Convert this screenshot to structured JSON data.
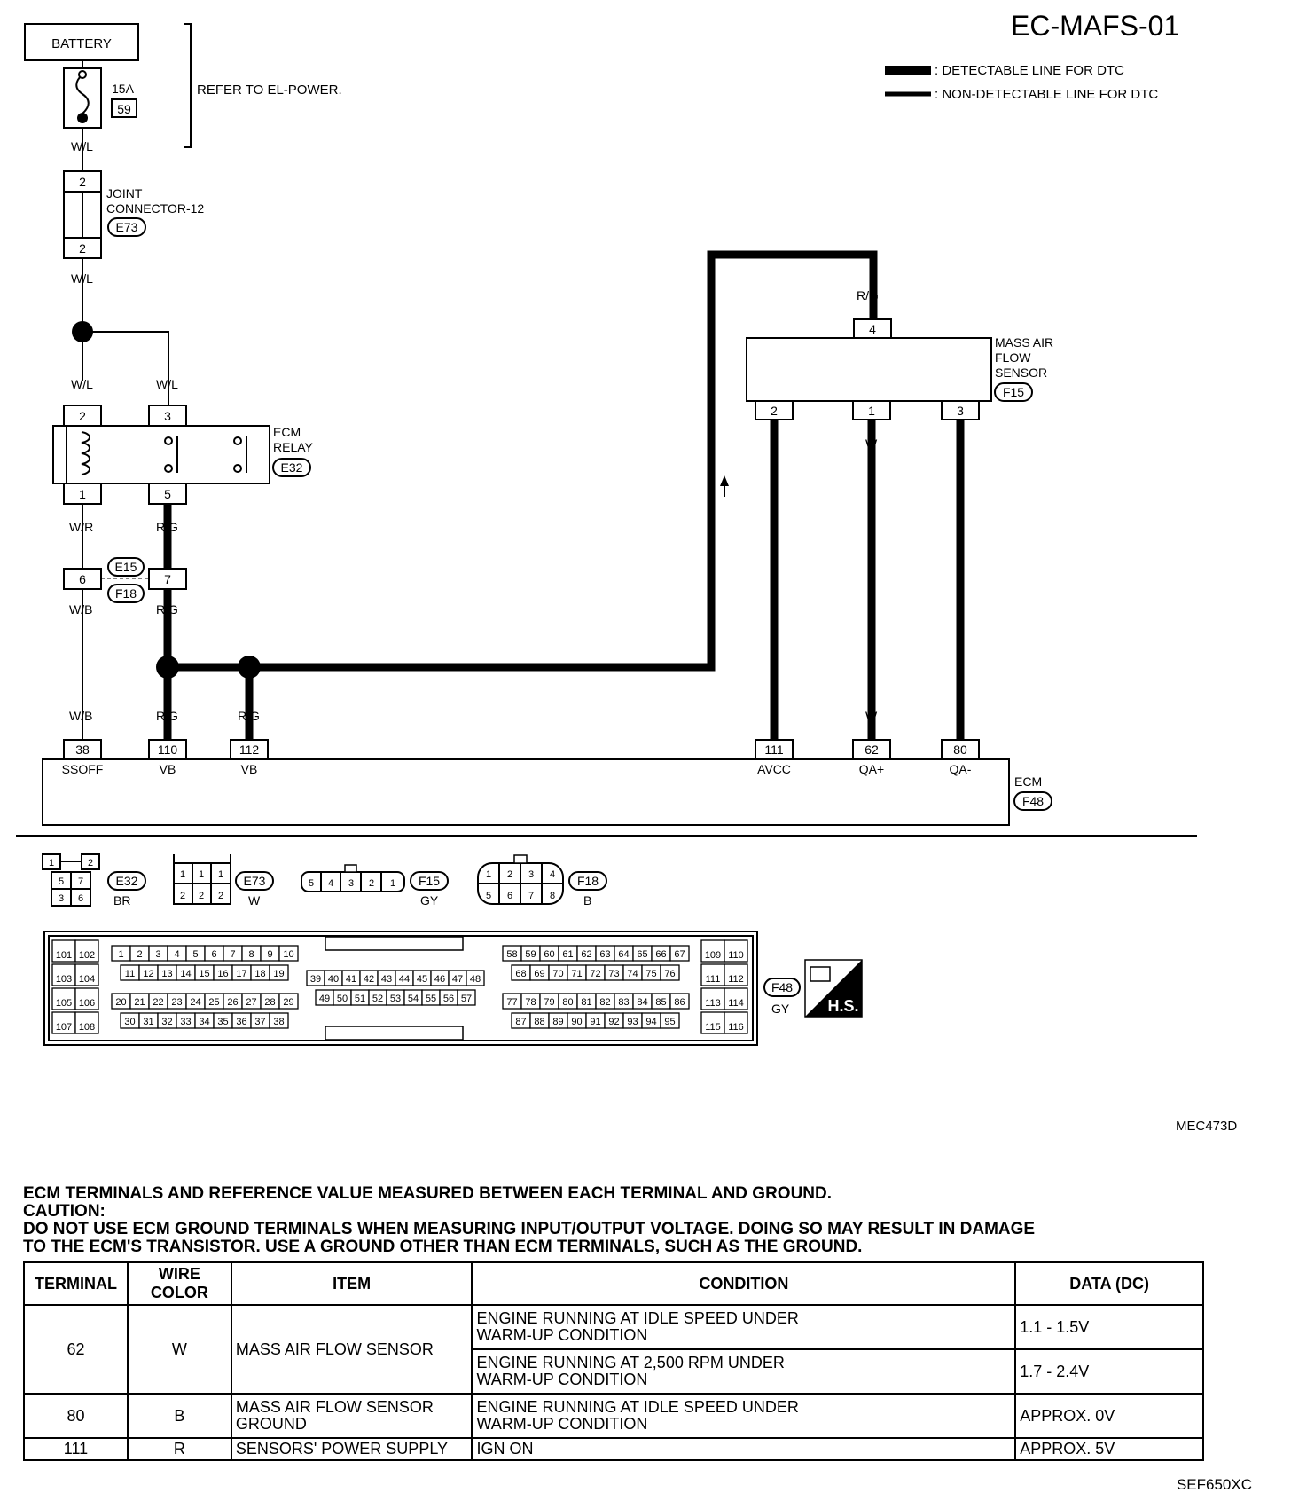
{
  "title": "EC-MAFS-01",
  "legend": {
    "detectable": ": DETECTABLE LINE FOR DTC",
    "non_detectable": ": NON-DETECTABLE LINE FOR DTC"
  },
  "battery": "BATTERY",
  "fuse": {
    "rating": "15A",
    "number": "59"
  },
  "refer": "REFER TO EL-POWER.",
  "joint": {
    "line1": "JOINT",
    "line2": "CONNECTOR-12",
    "code": "E73",
    "pin": "2"
  },
  "relay": {
    "line1": "ECM",
    "line2": "RELAY",
    "code": "E32",
    "pins": [
      "2",
      "3",
      "1",
      "5"
    ]
  },
  "inline": {
    "pins": [
      "6",
      "7"
    ],
    "codes": [
      "E15",
      "F18"
    ]
  },
  "maf": {
    "line1": "MASS AIR",
    "line2": "FLOW",
    "line3": "SENSOR",
    "code": "F15",
    "pins": [
      "4",
      "2",
      "1",
      "3"
    ]
  },
  "ecm": {
    "label": "ECM",
    "code": "F48"
  },
  "wires": {
    "wl": "W/L",
    "wr": "W/R",
    "wb": "W/B",
    "rg": "R/G",
    "r": "R",
    "w": "W",
    "b": "B"
  },
  "ecm_terms": [
    {
      "pin": "38",
      "name": "SSOFF"
    },
    {
      "pin": "110",
      "name": "VB"
    },
    {
      "pin": "112",
      "name": "VB"
    },
    {
      "pin": "111",
      "name": "AVCC"
    },
    {
      "pin": "62",
      "name": "QA+"
    },
    {
      "pin": "80",
      "name": "QA-"
    }
  ],
  "connectors": {
    "e32": {
      "code": "E32",
      "color": "BR",
      "pins": [
        "1",
        "2",
        "5",
        "7",
        "3",
        "6"
      ]
    },
    "e73": {
      "code": "E73",
      "color": "W",
      "pins": [
        "1",
        "1",
        "1",
        "2",
        "2",
        "2"
      ]
    },
    "f15": {
      "code": "F15",
      "color": "GY",
      "pins": [
        "5",
        "4",
        "3",
        "2",
        "1"
      ]
    },
    "f18": {
      "code": "F18",
      "color": "B",
      "pins": [
        "1",
        "2",
        "3",
        "4",
        "5",
        "6",
        "7",
        "8"
      ]
    },
    "f48": {
      "code": "F48",
      "color": "GY",
      "badge": "H.S."
    }
  },
  "f48_pins": {
    "side_left": [
      "101",
      "102",
      "103",
      "104",
      "105",
      "106",
      "107",
      "108"
    ],
    "row1": [
      "1",
      "2",
      "3",
      "4",
      "5",
      "6",
      "7",
      "8",
      "9",
      "10"
    ],
    "row2": [
      "11",
      "12",
      "13",
      "14",
      "15",
      "16",
      "17",
      "18",
      "19"
    ],
    "row3": [
      "20",
      "21",
      "22",
      "23",
      "24",
      "25",
      "26",
      "27",
      "28",
      "29"
    ],
    "row4": [
      "30",
      "31",
      "32",
      "33",
      "34",
      "35",
      "36",
      "37",
      "38"
    ],
    "mid1": [
      "39",
      "40",
      "41",
      "42",
      "43",
      "44",
      "45",
      "46",
      "47",
      "48"
    ],
    "mid2": [
      "49",
      "50",
      "51",
      "52",
      "53",
      "54",
      "55",
      "56",
      "57"
    ],
    "r_row1": [
      "58",
      "59",
      "60",
      "61",
      "62",
      "63",
      "64",
      "65",
      "66",
      "67"
    ],
    "r_row2": [
      "68",
      "69",
      "70",
      "71",
      "72",
      "73",
      "74",
      "75",
      "76"
    ],
    "r_row3": [
      "77",
      "78",
      "79",
      "80",
      "81",
      "82",
      "83",
      "84",
      "85",
      "86"
    ],
    "r_row4": [
      "87",
      "88",
      "89",
      "90",
      "91",
      "92",
      "93",
      "94",
      "95"
    ],
    "side_right": [
      "109",
      "110",
      "111",
      "112",
      "113",
      "114",
      "115",
      "116"
    ]
  },
  "diagram_id": "MEC473D",
  "notes": {
    "line1": "ECM TERMINALS AND REFERENCE VALUE MEASURED BETWEEN EACH TERMINAL AND GROUND.",
    "line2": "CAUTION:",
    "line3": "DO NOT USE ECM GROUND TERMINALS WHEN MEASURING INPUT/OUTPUT VOLTAGE. DOING SO MAY RESULT IN DAMAGE",
    "line4": "TO THE ECM'S TRANSISTOR. USE A GROUND OTHER THAN ECM TERMINALS, SUCH AS THE GROUND."
  },
  "table": {
    "headers": [
      "TERMINAL",
      "WIRE COLOR",
      "ITEM",
      "CONDITION",
      "DATA (DC)"
    ],
    "rows": [
      {
        "terminal": "62",
        "wire": "W",
        "item": "MASS AIR FLOW SENSOR",
        "conditions": [
          {
            "c1": "ENGINE RUNNING AT IDLE SPEED UNDER",
            "c2": "WARM-UP CONDITION",
            "data": "1.1 - 1.5V"
          },
          {
            "c1": "ENGINE RUNNING AT 2,500 RPM UNDER",
            "c2": "WARM-UP CONDITION",
            "data": "1.7 - 2.4V"
          }
        ]
      },
      {
        "terminal": "80",
        "wire": "B",
        "item1": "MASS AIR FLOW SENSOR",
        "item2": "GROUND",
        "c1": "ENGINE RUNNING AT IDLE SPEED UNDER",
        "c2": "WARM-UP CONDITION",
        "data": "APPROX. 0V"
      },
      {
        "terminal": "111",
        "wire": "R",
        "item": "SENSORS' POWER SUPPLY",
        "c1": "IGN ON",
        "data": "APPROX. 5V"
      }
    ]
  },
  "footer_id": "SEF650XC"
}
